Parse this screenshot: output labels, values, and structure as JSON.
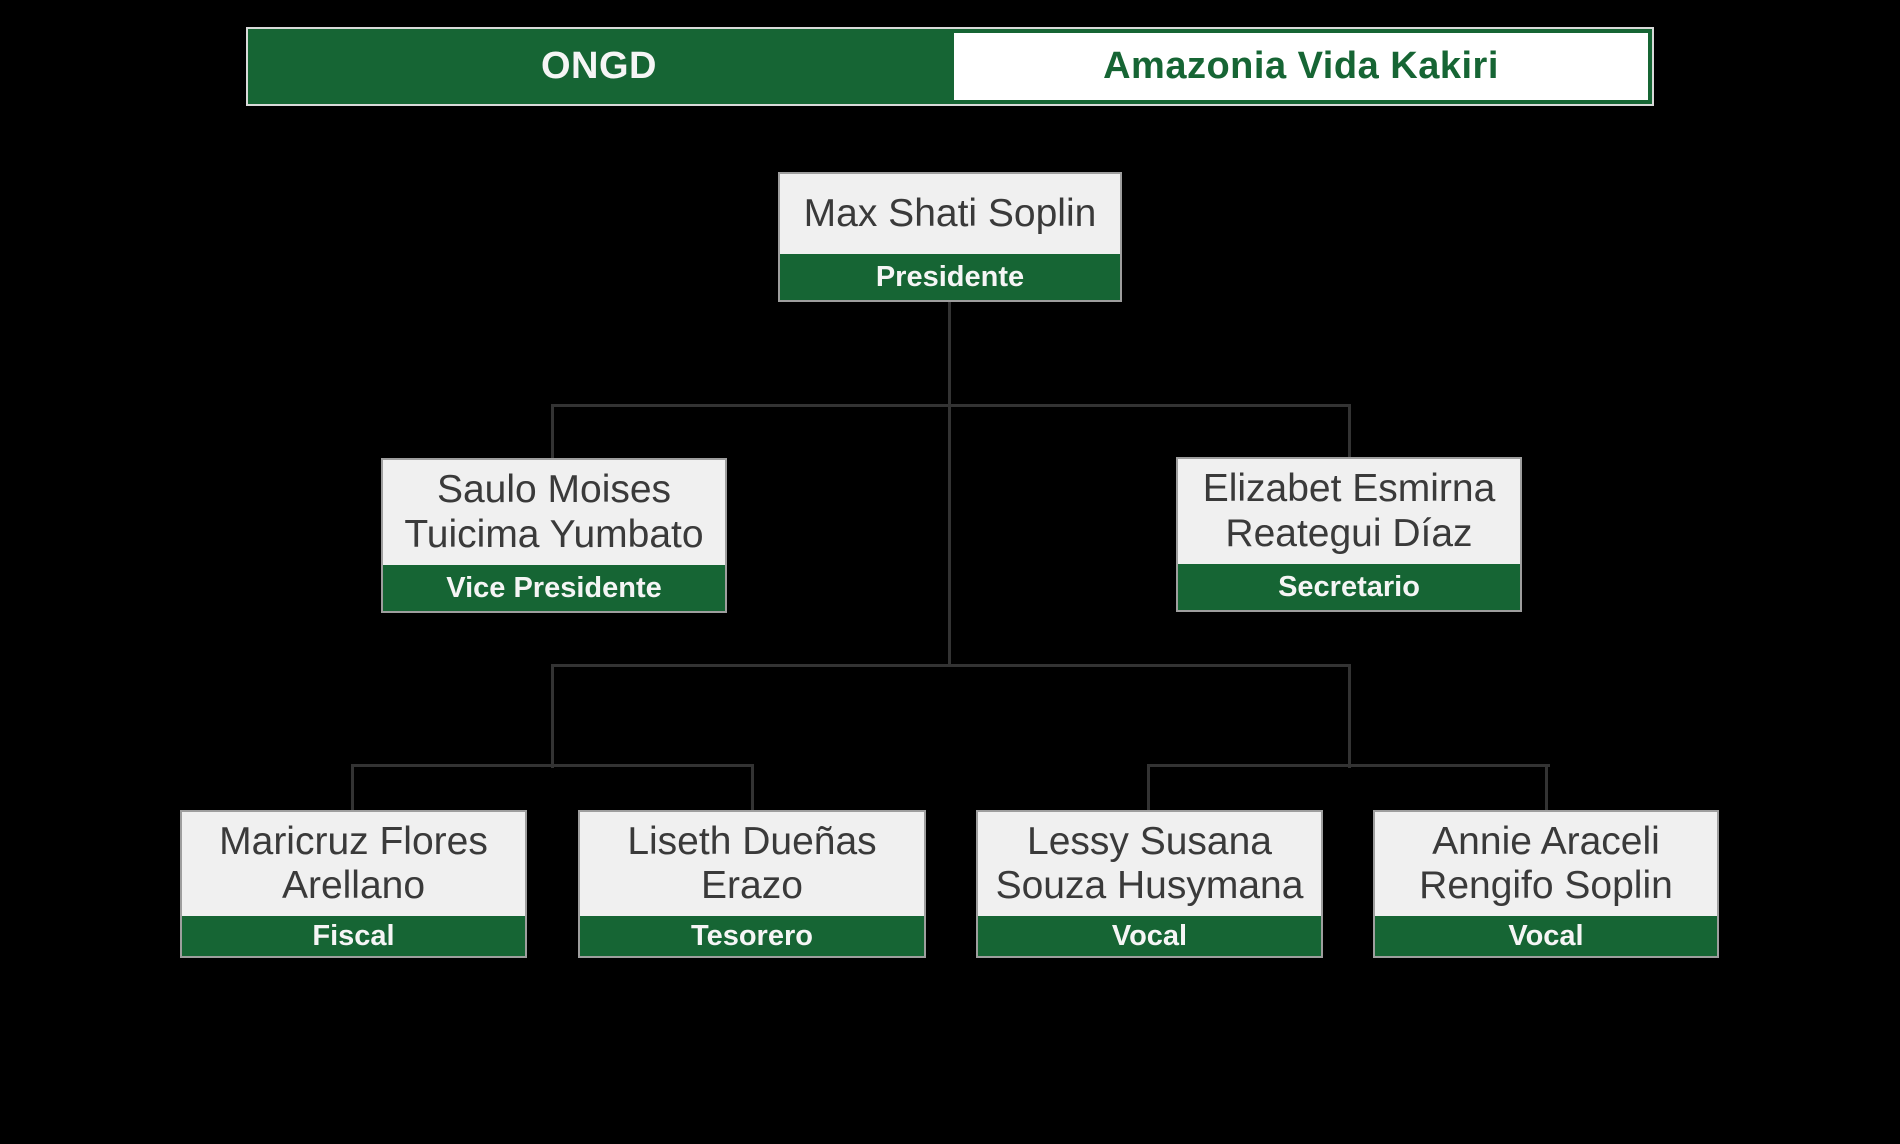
{
  "header": {
    "left_label": "ONGD",
    "right_label": "Amazonia Vida Kakiri"
  },
  "colors": {
    "background": "#000000",
    "accent_green": "#166534",
    "node_fill": "#f0f0f0",
    "name_text": "#3a3a3a",
    "band_text": "#f5f5f5",
    "connector_line": "#333333"
  },
  "nodes": {
    "presidente": {
      "name_line1": "Max Shati Soplin",
      "name_line2": "",
      "title": "Presidente"
    },
    "vice_presidente": {
      "name_line1": "Saulo Moises",
      "name_line2": "Tuicima Yumbato",
      "title": "Vice Presidente"
    },
    "secretario": {
      "name_line1": "Elizabet Esmirna",
      "name_line2": "Reategui Díaz",
      "title": "Secretario"
    },
    "fiscal": {
      "name_line1": "Maricruz Flores",
      "name_line2": "Arellano",
      "title": "Fiscal"
    },
    "tesorero": {
      "name_line1": "Liseth Dueñas",
      "name_line2": "Erazo",
      "title": "Tesorero"
    },
    "vocal_1": {
      "name_line1": "Lessy Susana",
      "name_line2": "Souza Husymana",
      "title": "Vocal"
    },
    "vocal_2": {
      "name_line1": "Annie Araceli",
      "name_line2": "Rengifo Soplin",
      "title": "Vocal"
    }
  }
}
